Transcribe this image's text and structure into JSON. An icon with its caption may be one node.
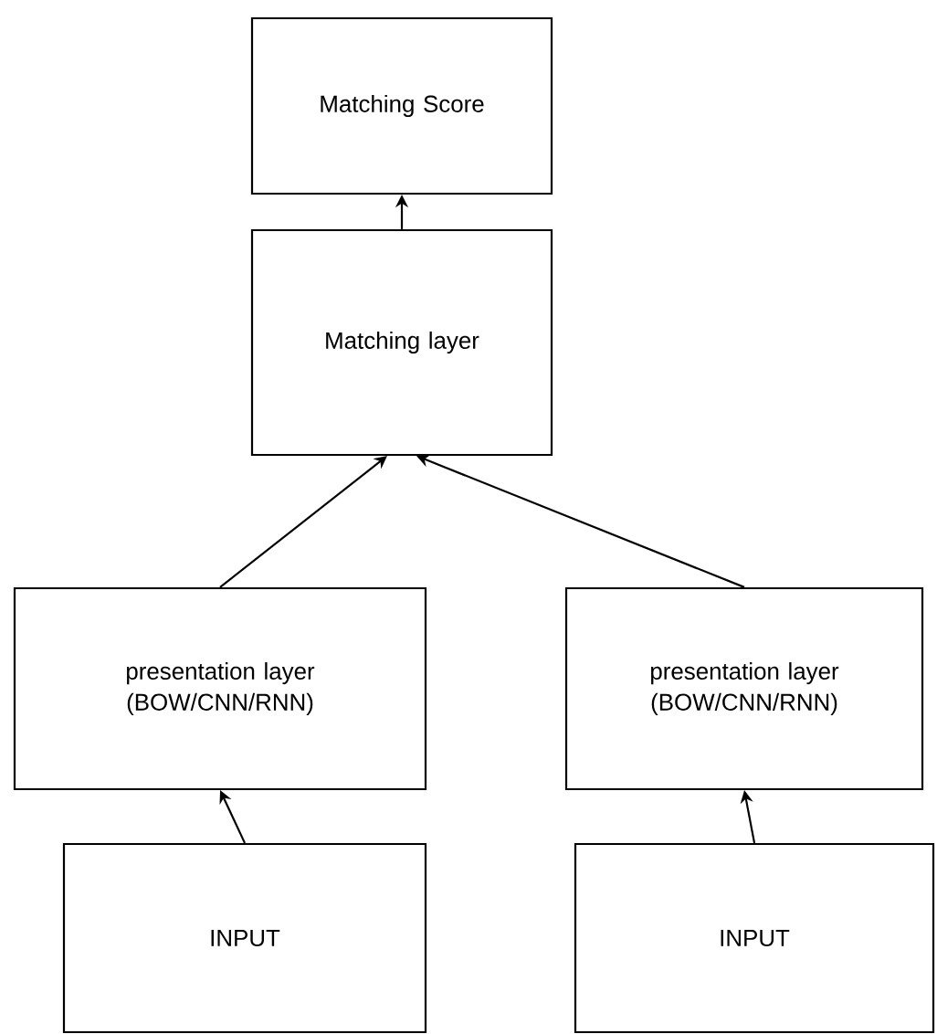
{
  "diagram": {
    "nodes": [
      {
        "text": [
          "Matching Score"
        ]
      },
      {
        "text": [
          "Matching layer"
        ]
      },
      {
        "text": [
          "presentation layer (BOW/CNN/RNN)"
        ]
      },
      {
        "text": [
          "presentation layer (BOW/CNN/RNN)"
        ]
      },
      {
        "text": [
          "INPUT"
        ]
      },
      {
        "text": [
          "INPUT"
        ]
      }
    ],
    "edges": [
      {
        "from": 1,
        "to": 0,
        "arrow": "to"
      },
      {
        "from": 2,
        "to": 1,
        "arrow": "to"
      },
      {
        "from": 3,
        "to": 1,
        "arrow": "to"
      },
      {
        "from": 4,
        "to": 2,
        "arrow": "to"
      },
      {
        "from": 5,
        "to": 3,
        "arrow": "to"
      }
    ]
  }
}
